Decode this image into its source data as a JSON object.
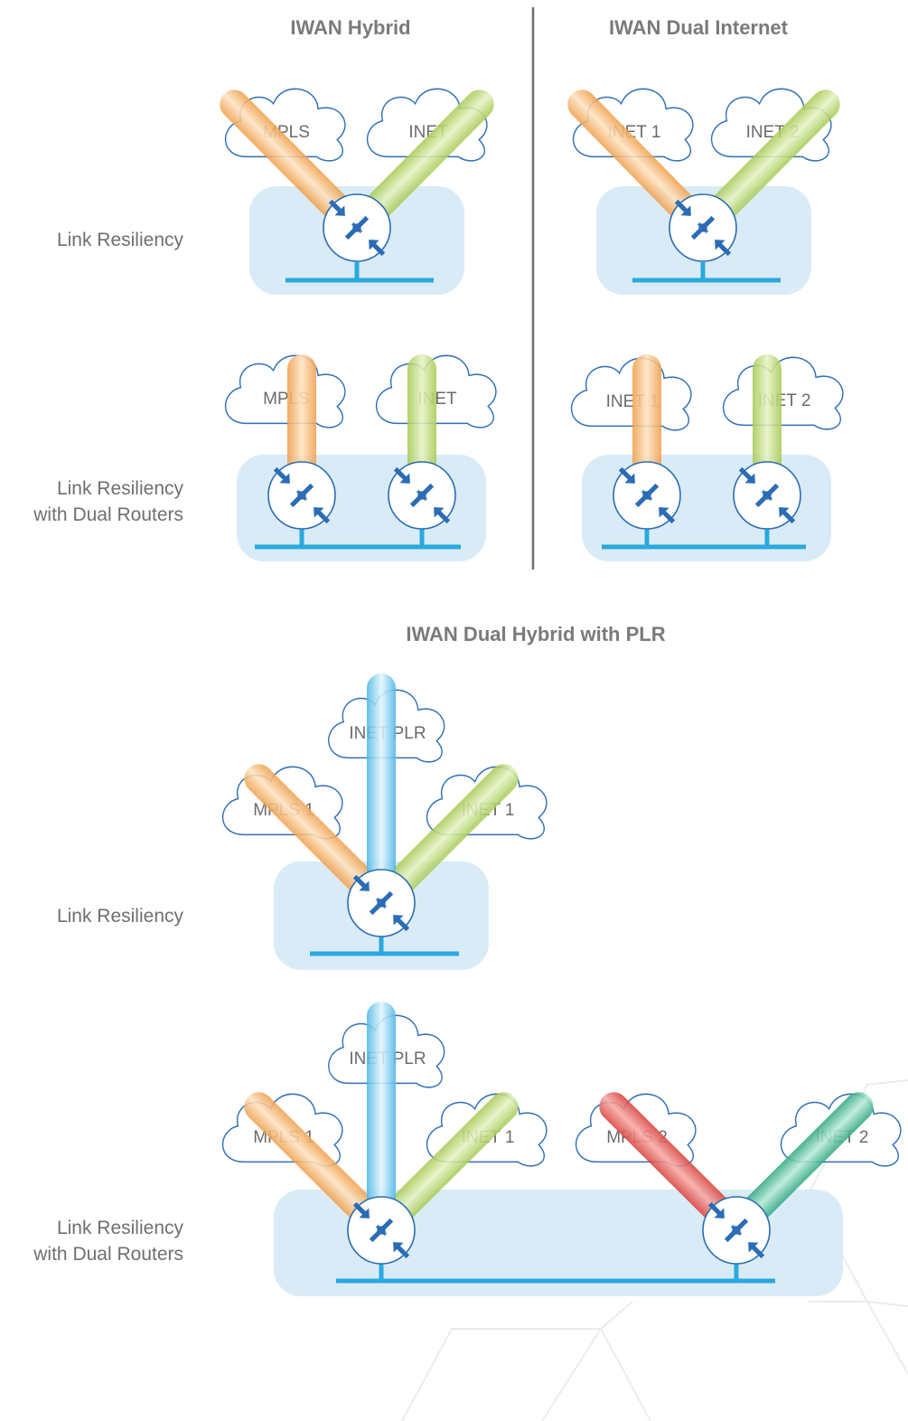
{
  "headings": {
    "hybrid": "IWAN Hybrid",
    "dual_internet": "IWAN Dual Internet",
    "dual_hybrid": "IWAN Dual Hybrid with PLR"
  },
  "row_labels": {
    "r1": "Link Resiliency",
    "r2_line1": "Link Resiliency",
    "r2_line2": "with Dual Routers",
    "r3": "Link Resiliency",
    "r4_line1": "Link Resiliency",
    "r4_line2": "with Dual Routers"
  },
  "clouds": {
    "a_mpls": "MPLS",
    "a_inet": "INET",
    "b_inet1": "INET 1",
    "b_inet2": "INET 2",
    "c_mpls": "MPLS",
    "c_inet": "INET",
    "d_inet1": "INET 1",
    "d_inet2": "INET 2",
    "e_plr": "INET PLR",
    "e_mpls1": "MPLS 1",
    "e_inet1": "INET 1",
    "f_plr": "INET PLR",
    "f_mpls1": "MPLS 1",
    "f_inet1": "INET 1",
    "f_mpls2": "MPLS 2",
    "f_inet2": "INET 2"
  },
  "colors": {
    "mpls": "#f5b56b",
    "inet": "#bcd96e",
    "plr": "#7fcbea",
    "mpls2": "#e45c57",
    "inet2": "#4fbf9d",
    "site_background": "#d9ebf6",
    "lan": "#29a9dc",
    "router_icon": "#2b6cb4"
  }
}
